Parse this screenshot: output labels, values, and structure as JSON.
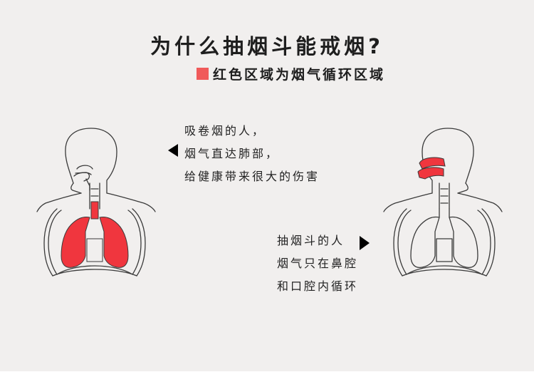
{
  "title": "为什么抽烟斗能戒烟?",
  "legend": {
    "label": "红色区域为烟气循环区域",
    "color": "#f05a5a"
  },
  "left_caption": {
    "lines": [
      "吸卷烟的人，",
      "烟气直达肺部，",
      "给健康带来很大的伤害"
    ]
  },
  "right_caption": {
    "lines": [
      "抽烟斗的人",
      "烟气只在鼻腔",
      "和口腔内循环"
    ]
  },
  "colors": {
    "background": "#f1efee",
    "highlight": "#f0363e",
    "outline": "#3a3a3a"
  }
}
